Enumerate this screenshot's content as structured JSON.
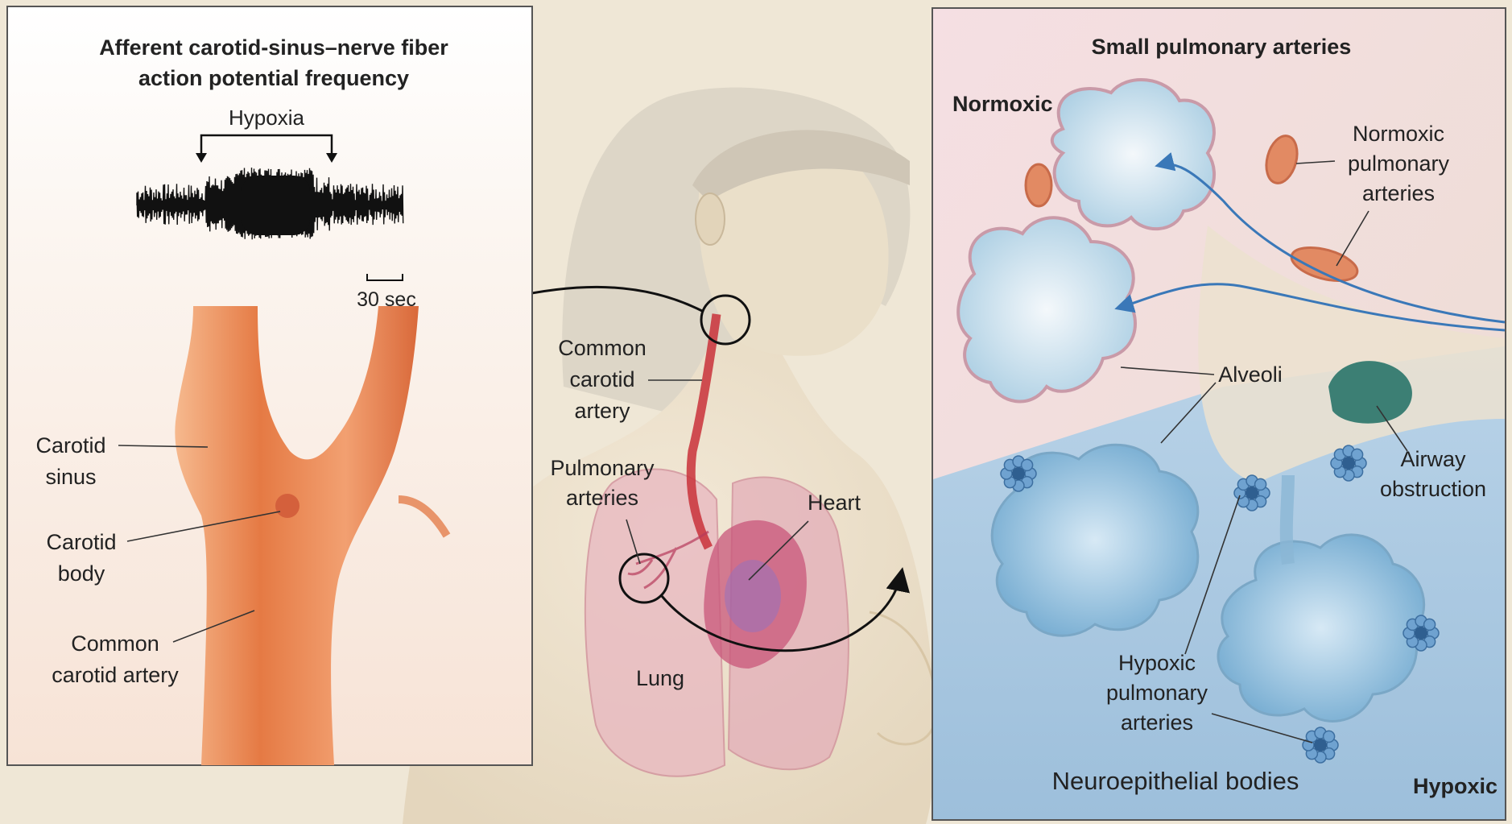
{
  "left_panel": {
    "title_line1": "Afferent carotid-sinus–nerve fiber",
    "title_line2": "action potential frequency",
    "hypoxia_label": "Hypoxia",
    "scale_label": "30 sec",
    "labels": {
      "carotid_sinus_1": "Carotid",
      "carotid_sinus_2": "sinus",
      "carotid_body_1": "Carotid",
      "carotid_body_2": "body",
      "common_carotid_1": "Common",
      "common_carotid_2": "carotid artery"
    }
  },
  "center": {
    "labels": {
      "common_carotid_1": "Common",
      "common_carotid_2": "carotid",
      "common_carotid_3": "artery",
      "pulmonary_1": "Pulmonary",
      "pulmonary_2": "arteries",
      "heart": "Heart",
      "lung": "Lung"
    }
  },
  "right_panel": {
    "title": "Small pulmonary arteries",
    "normoxic": "Normoxic",
    "hypoxic": "Hypoxic",
    "labels": {
      "normoxic_pa_1": "Normoxic",
      "normoxic_pa_2": "pulmonary",
      "normoxic_pa_3": "arteries",
      "alveoli": "Alveoli",
      "airway_1": "Airway",
      "airway_2": "obstruction",
      "hypoxic_pa_1": "Hypoxic",
      "hypoxic_pa_2": "pulmonary",
      "hypoxic_pa_3": "arteries",
      "neuroepithelial": "Neuroepithelial bodies"
    }
  },
  "colors": {
    "background": "#efe7d6",
    "artery": "#e07a48",
    "normoxic_bg": "#f0dcdc",
    "hypoxic_bg": "#a9c8e0",
    "alveoli": "#cfe3ee",
    "lung": "#e8b7c0",
    "flow_arrow": "#3a78b8"
  }
}
